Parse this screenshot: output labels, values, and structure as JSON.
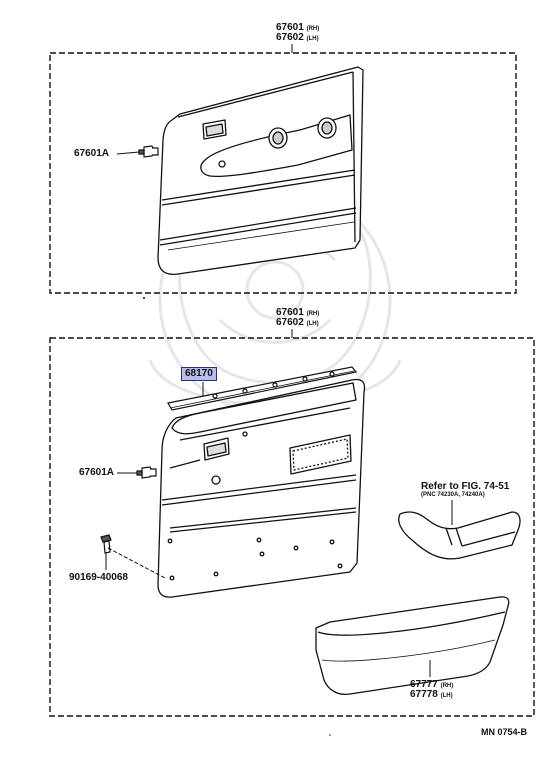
{
  "upper_panel": {
    "part_number_rh": "67601",
    "rh_suffix": "(RH)",
    "part_number_lh": "67602",
    "lh_suffix": "(LH)",
    "clip_label": "67601A"
  },
  "lower_panel": {
    "part_number_rh": "67601",
    "rh_suffix": "(RH)",
    "part_number_lh": "67602",
    "lh_suffix": "(LH)",
    "weatherstrip_label": "68170",
    "clip_label": "67601A",
    "screw_label": "90169-40068",
    "refer_text": "Refer to FIG. 74-51",
    "refer_pnc": "(PNC 74230A, 74240A)",
    "armrest_rh": "67777",
    "armrest_rh_suffix": "(RH)",
    "armrest_lh": "67778",
    "armrest_lh_suffix": "(LH)"
  },
  "diagram_code": "MN 0754-B",
  "colors": {
    "line": "#111111",
    "highlight_fill": "#b9bde8",
    "highlight_border": "#2a2f7a",
    "watermark": "#e4e4e4"
  }
}
